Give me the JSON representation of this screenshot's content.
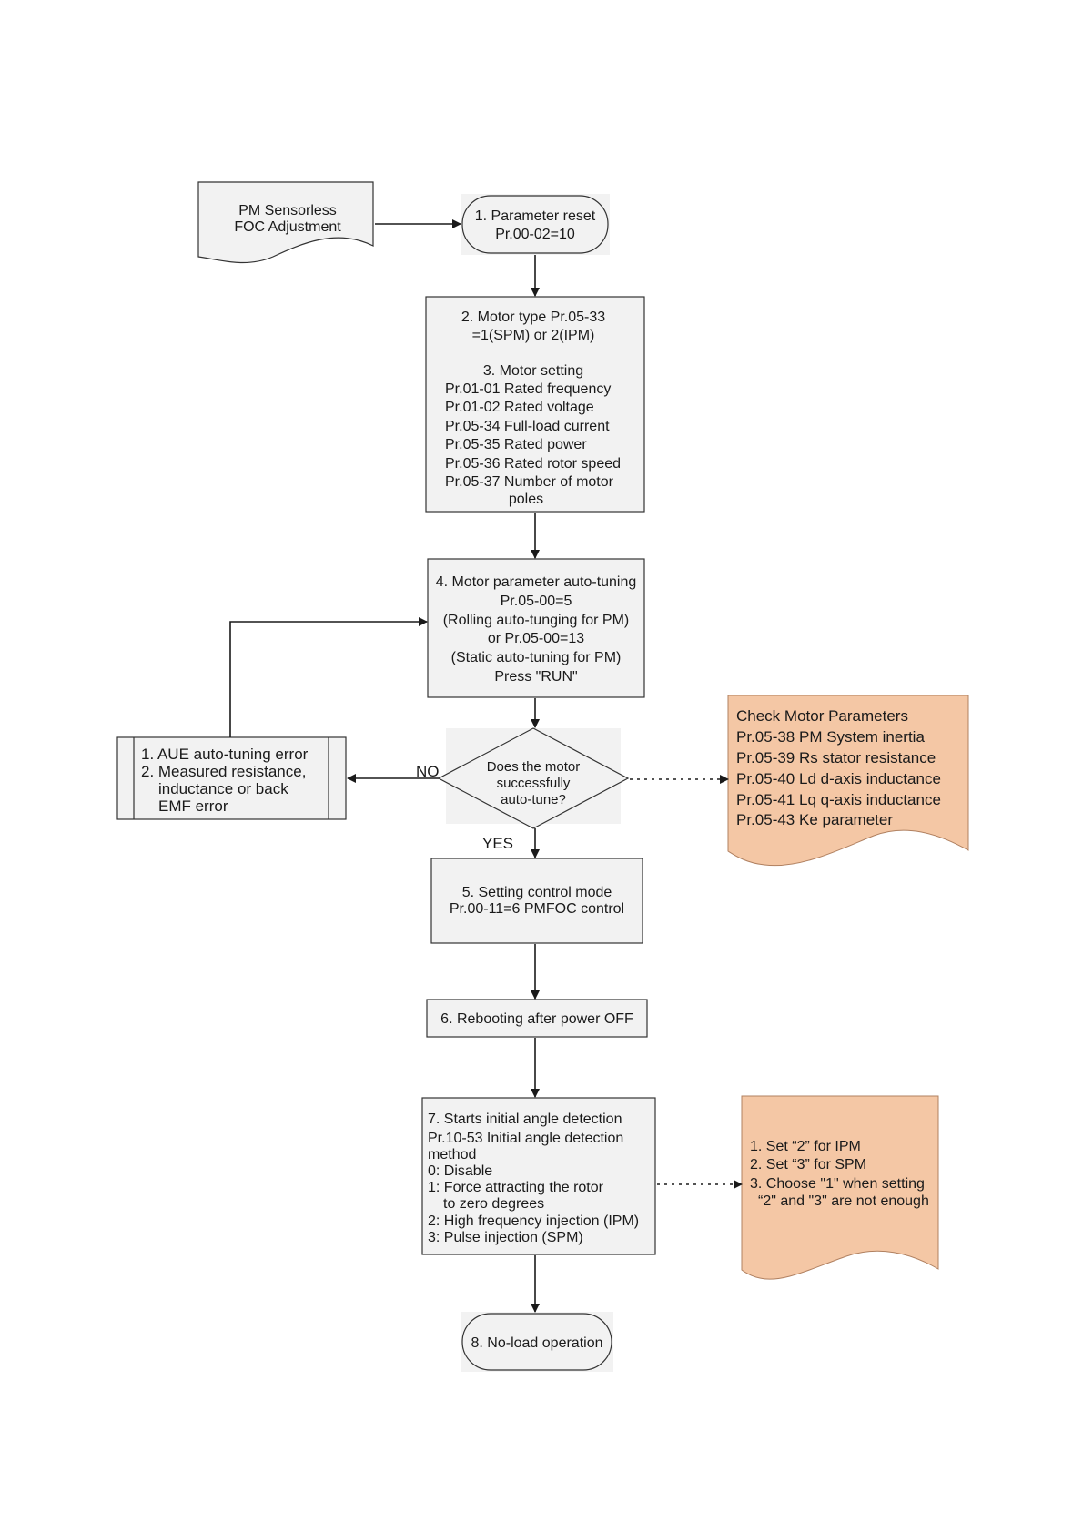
{
  "flowchart": {
    "start_doc": {
      "lines": [
        "PM Sensorless",
        "FOC Adjustment"
      ]
    },
    "step1": {
      "lines": [
        "1. Parameter reset",
        "Pr.00-02=10"
      ]
    },
    "step2_3": {
      "lines": [
        "2. Motor type Pr.05-33",
        "=1(SPM) or 2(IPM)",
        "",
        "3. Motor setting",
        "Pr.01-01 Rated frequency",
        "Pr.01-02 Rated voltage",
        "Pr.05-34 Full-load current",
        "Pr.05-35 Rated power",
        "Pr.05-36 Rated rotor speed",
        "Pr.05-37 Number of motor",
        "poles"
      ]
    },
    "step4": {
      "lines": [
        "4. Motor parameter auto-tuning",
        "Pr.05-00=5",
        "(Rolling auto-tunging for PM)",
        "or Pr.05-00=13",
        "(Static auto-tuning for PM)",
        "Press \"RUN\""
      ]
    },
    "decision": {
      "lines": [
        "Does the motor",
        "successfully",
        "auto-tune?"
      ]
    },
    "no_label": "NO",
    "yes_label": "YES",
    "error_box": {
      "lines": [
        "1. AUE auto-tuning error",
        "2. Measured resistance,",
        "inductance or back",
        "EMF error"
      ]
    },
    "check_params": {
      "lines": [
        "Check Motor Parameters",
        "Pr.05-38 PM System inertia",
        "Pr.05-39 Rs stator resistance",
        "Pr.05-40 Ld d-axis inductance",
        "Pr.05-41 Lq q-axis inductance",
        "Pr.05-43 Ke parameter"
      ]
    },
    "step5": {
      "lines": [
        "5. Setting control mode",
        "Pr.00-11=6 PMFOC control"
      ]
    },
    "step6": {
      "lines": [
        "6. Rebooting after power OFF"
      ]
    },
    "step7": {
      "lines": [
        "7. Starts initial angle detection",
        "Pr.10-53 Initial angle detection",
        "method",
        "0: Disable",
        "1: Force attracting the rotor",
        "to zero degrees",
        "2: High frequency injection (IPM)",
        "3: Pulse injection (SPM)"
      ]
    },
    "angle_note": {
      "lines": [
        "1. Set “2” for IPM",
        "2. Set “3” for SPM",
        "3. Choose \"1\" when setting",
        "“2\" and \"3\" are not enough"
      ]
    },
    "step8": {
      "lines": [
        "8. No-load operation"
      ]
    }
  },
  "colors": {
    "box_fill": "#f2f2f2",
    "note_fill": "#f4c7a5",
    "stroke": "#333333",
    "text": "#1a1a1a"
  }
}
